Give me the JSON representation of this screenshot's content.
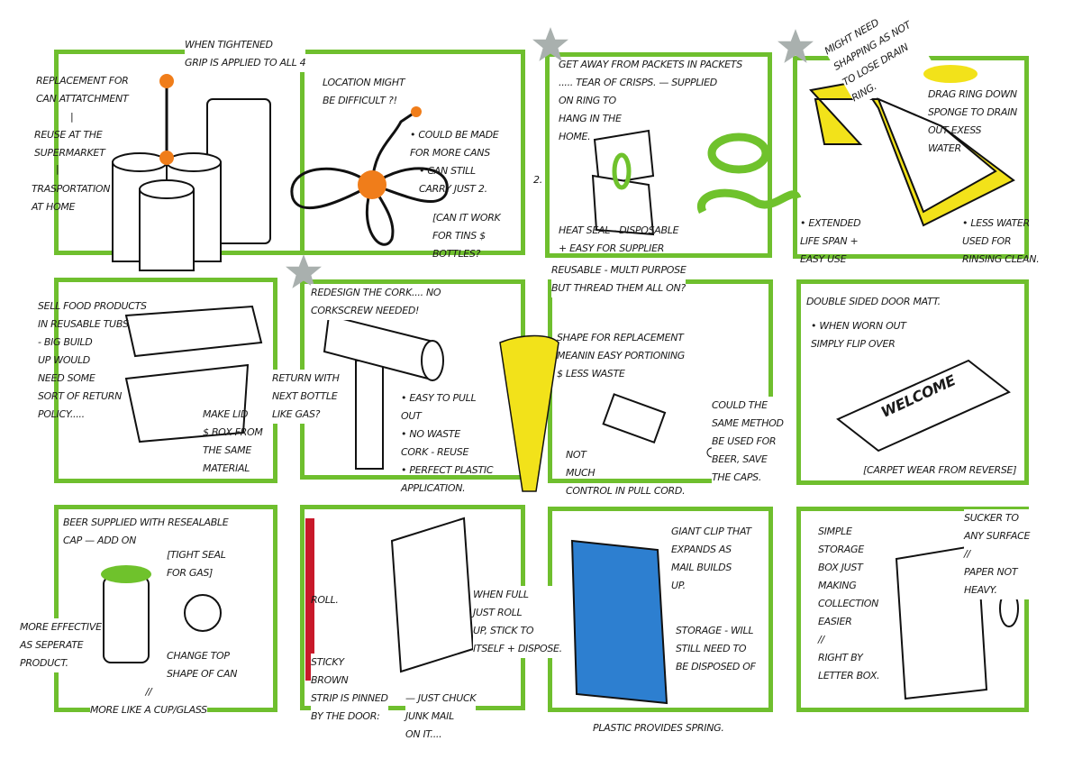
{
  "colors": {
    "frame": "#6fbf2e",
    "orange": "#f07d1a",
    "yellow": "#f2e21a",
    "green": "#6fc22c",
    "blue": "#2d7fd0",
    "red": "#c8192a",
    "star": "#a9b0ae"
  },
  "panels": [
    {
      "notes": [
        "Replacement for\ncan attatchment",
        "|",
        "Reuse at the\nsupermarket",
        "|",
        "Trasportation\nat home",
        "When tightened\ngrip is applied to all 4"
      ]
    },
    {
      "notes": [
        "Location might\nbe difficult ?!",
        "• Could be made\nfor more cans",
        "• Can still\ncarry just 2.",
        "[Can it work\nfor tins $\nbottles?"
      ]
    },
    {
      "notes": [
        "Get away from packets in packets\n..... Tear of crisps. — Supplied\non ring to\nhang in the\nhome.",
        "Heat seal - disposable\n+ easy for supplier",
        "2."
      ]
    },
    {
      "notes": [
        "Might need\nshapping as not\nto lose drain\nring.",
        "Drag ring down\nsponge to drain\nout exess\nwater",
        "• Extended\nlife span +\neasy use",
        "• Less water\nused for\nrinsing clean."
      ]
    },
    {
      "notes": [
        "Sell food products\nin reusable tubs\n- Big build\nup would\nneed some\nsort of return\npolicy.....",
        "Make lid\n$ box from\nthe same\nmaterial"
      ]
    },
    {
      "notes": [
        "Redesign the cork.... No\ncorkscrew needed!",
        "Return with\nnext bottle\nlike gas?",
        "• Easy to pull\nout\n• No waste\ncork - reuse\n• Perfect plastic\napplication."
      ]
    },
    {
      "notes": [
        "Reusable - multi purpose\nbut thread them all on?",
        "Shape for replacement\nmeanin easy portioning\n$ less waste",
        "Could the\nsame method\nbe used for\nbeer, save\nthe caps.",
        "Not\nmuch\ncontrol in pull cord."
      ]
    },
    {
      "notes": [
        "Double sided door matt.",
        "• When worn out\nsimply flip over",
        "[Carpet wear from reverse]",
        "WELCOME"
      ]
    },
    {
      "notes": [
        "Beer supplied with resealable\ncap — add on",
        "[Tight seal\nfor gas]",
        "More effective\nas seperate\nproduct.",
        "Change top\nshape of can",
        "//\nMore like a cup/glass"
      ]
    },
    {
      "notes": [
        "Roll.",
        "When full\njust roll\nup, stick to\nitself + dispose.",
        "Sticky\nbrown\nstrip is pinned\nby the door:",
        "— Just chuck\njunk mail\non it...."
      ]
    },
    {
      "notes": [
        "Giant clip that\nexpands as\nmail builds\nup.",
        "Storage - will\nstill need to\nbe disposed of",
        "Plastic provides spring."
      ]
    },
    {
      "notes": [
        "Simple\nstorage\nbox just\nmaking\ncollection\neasier\n//\nRight by\nletter box.",
        "Sucker to\nany surface\n//\nPaper not\nheavy."
      ]
    }
  ]
}
